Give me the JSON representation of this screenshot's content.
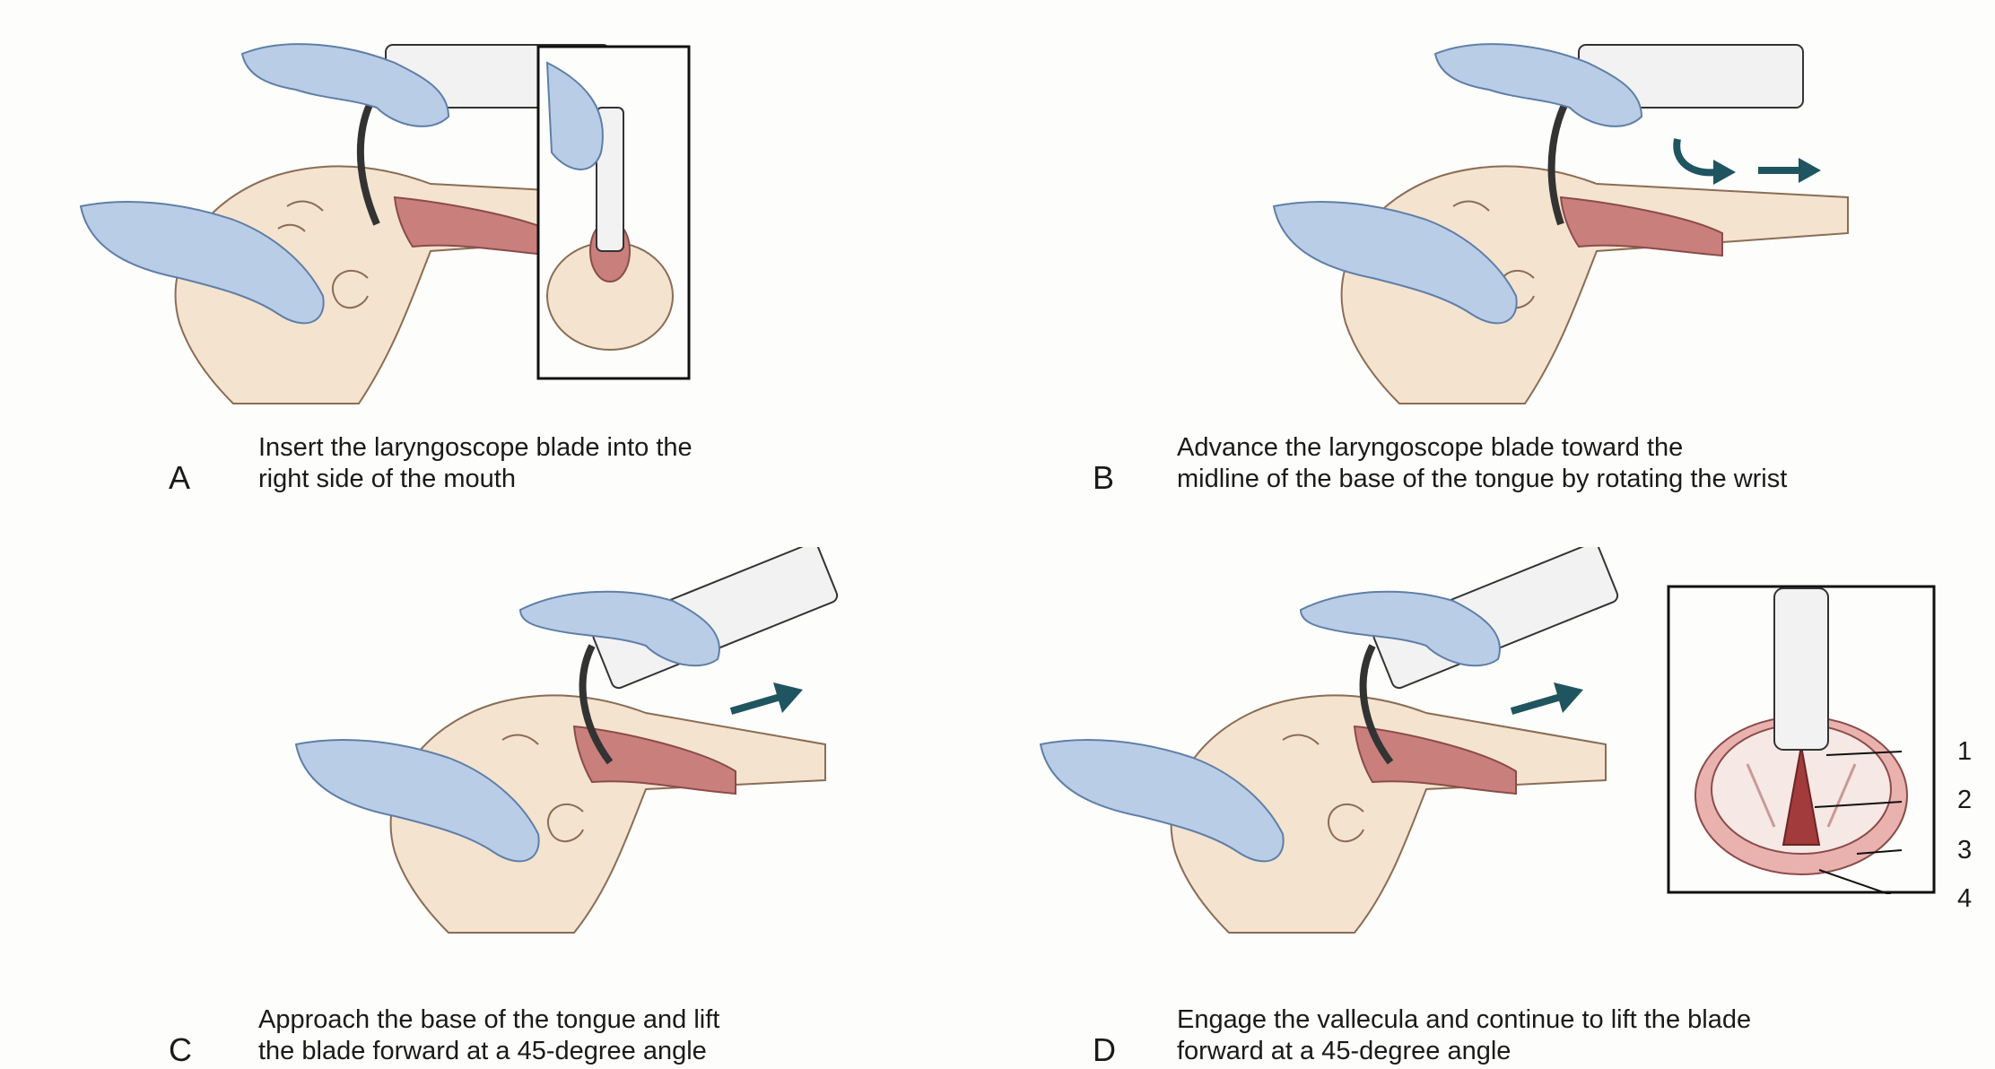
{
  "panels": [
    {
      "letter": "A",
      "caption_line1": "Insert the laryngoscope blade into the",
      "caption_line2": "right side of the mouth"
    },
    {
      "letter": "B",
      "caption_line1": "Advance the laryngoscope blade toward the",
      "caption_line2": "midline of the base of the tongue by rotating the wrist"
    },
    {
      "letter": "C",
      "caption_line1": "Approach the base of the tongue and lift",
      "caption_line2": "the blade forward at a 45-degree angle"
    },
    {
      "letter": "D",
      "caption_line1": "Engage the vallecula and continue to lift the blade",
      "caption_line2": "forward at a 45-degree angle"
    }
  ],
  "callouts": [
    "1",
    "2",
    "3",
    "4"
  ],
  "colors": {
    "glove": "#b9cde6",
    "glove_stroke": "#5f7fa8",
    "skin": "#f4e3cf",
    "skin_stroke": "#8a6d55",
    "tissue": "#c97f7c",
    "arrow": "#1f5560",
    "scope": "#f2f2f2"
  },
  "icons": [
    "curved-arrow-icon",
    "right-arrow-icon"
  ]
}
